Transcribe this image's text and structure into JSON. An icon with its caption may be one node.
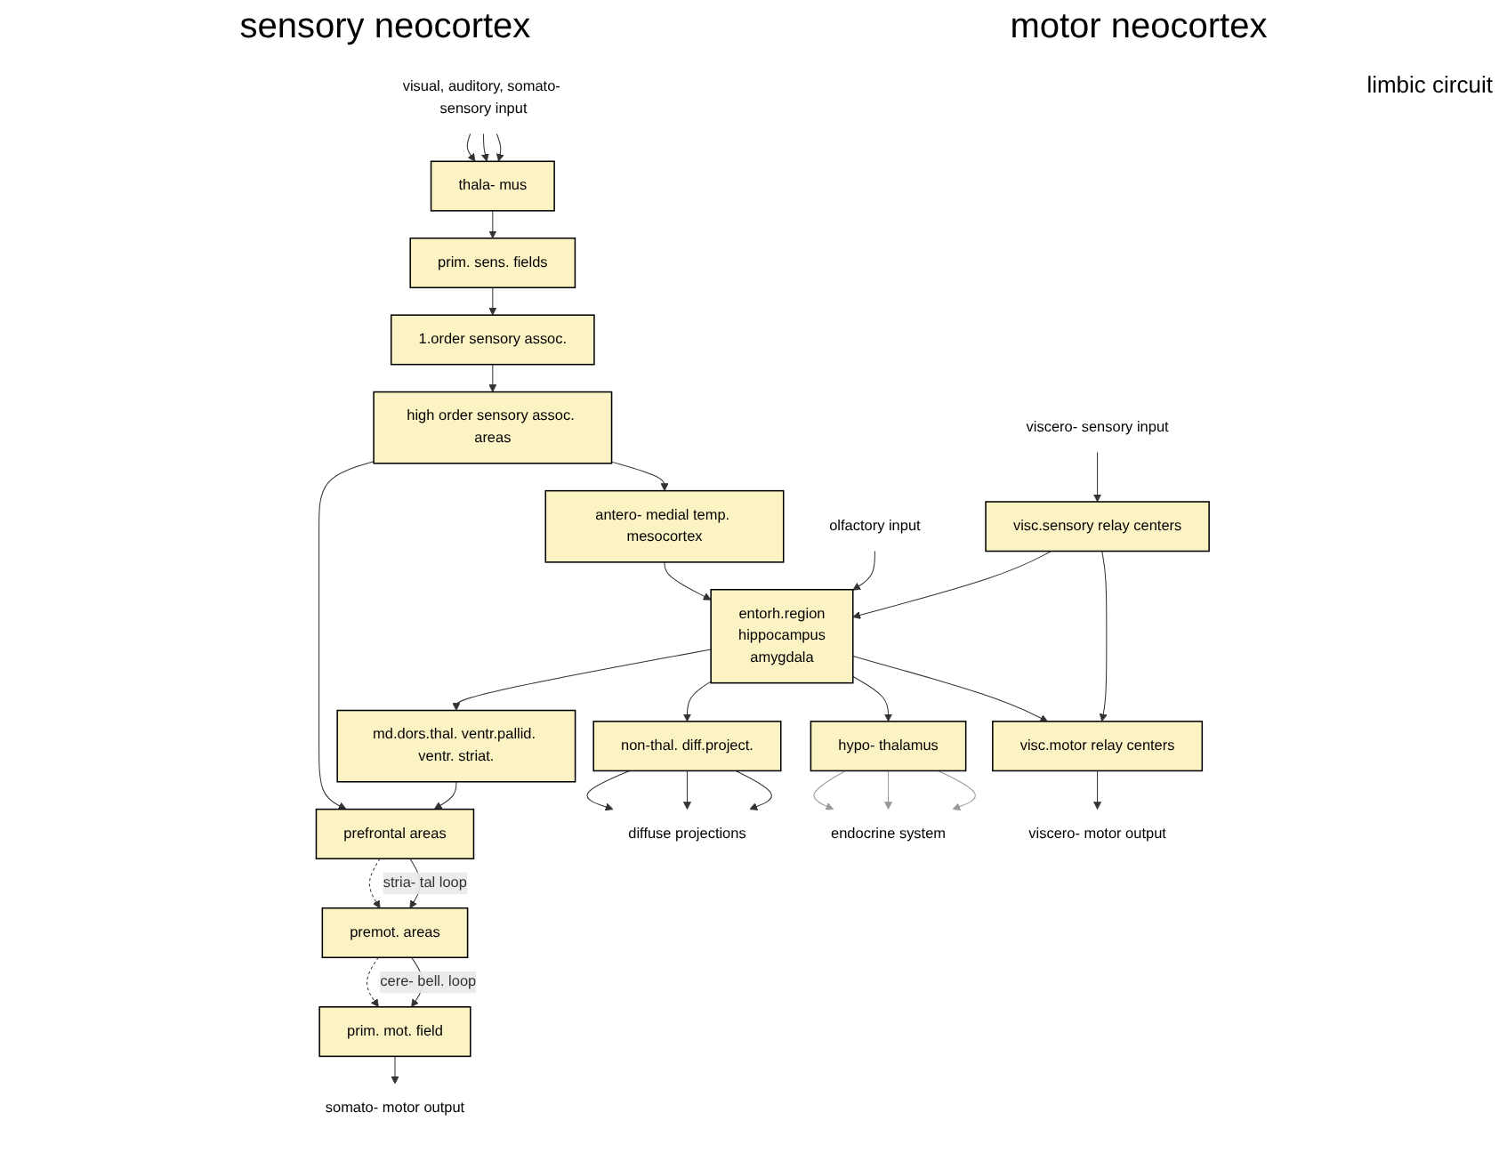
{
  "diagram": {
    "nodes": [
      {
        "text": [
          "prim. sens. fields"
        ]
      },
      {
        "text": [
          "1.order sensory assoc."
        ]
      },
      {
        "text": [
          "high order sensory assoc. areas"
        ]
      },
      {
        "text": [
          "prefrontal areas"
        ]
      },
      {
        "text": [
          "premot. areas"
        ]
      },
      {
        "text": [
          "prim. mot. field"
        ]
      },
      {
        "text": [
          "thala- mus"
        ]
      },
      {
        "text": [
          "antero- medial temp. mesocortex"
        ]
      },
      {
        "text": [
          "md.dors.thal. ventr.pallid. ventr. striat."
        ]
      },
      {
        "text": [
          "entorh.region",
          "hippocampus",
          "amygdala"
        ]
      },
      {
        "text": [
          "non-thal. diff.project."
        ]
      },
      {
        "text": [
          "hypo- thalamus"
        ]
      },
      {
        "text": [
          "visc.sensory relay centers"
        ]
      },
      {
        "text": [
          "visc.motor relay centers"
        ]
      },
      {
        "text": [
          "visual, auditory, somato- sensory input"
        ]
      },
      {
        "text": [
          "olfactory input"
        ]
      },
      {
        "text": [
          "diffuse projections"
        ]
      },
      {
        "text": [
          "endocrine system"
        ]
      },
      {
        "text": [
          "viscero- sensory input"
        ]
      },
      {
        "text": [
          "viscero- motor output"
        ]
      },
      {
        "text": [
          "somato- motor output"
        ]
      }
    ],
    "edges": [
      {
        "from": 0,
        "to": 1,
        "arrow": "to"
      },
      {
        "from": 1,
        "to": 2,
        "arrow": "to"
      },
      {
        "from": 2,
        "to": 3,
        "arrow": "to"
      },
      {
        "from": 3,
        "to": 4,
        "arrow": "to",
        "style": "dashed"
      },
      {
        "from": 4,
        "to": 5,
        "arrow": "to",
        "style": "dashed"
      },
      {
        "from": 6,
        "to": 0,
        "arrow": "to"
      },
      {
        "from": 14,
        "to": 6,
        "arrow": "to"
      },
      {
        "from": 14,
        "to": 6,
        "arrow": "to"
      },
      {
        "from": 14,
        "to": 6,
        "arrow": "to"
      },
      {
        "from": 2,
        "to": 7,
        "arrow": "to"
      },
      {
        "from": 7,
        "to": 9,
        "arrow": "to"
      },
      {
        "from": 9,
        "to": 8,
        "arrow": "to"
      },
      {
        "from": 8,
        "to": 3,
        "arrow": "to"
      },
      {
        "from": 15,
        "to": 9,
        "arrow": "to"
      },
      {
        "from": 9,
        "to": 10,
        "arrow": "to"
      },
      {
        "from": 9,
        "to": 11,
        "arrow": "to"
      },
      {
        "from": 10,
        "to": 16,
        "arrow": "to"
      },
      {
        "from": 10,
        "to": 16,
        "arrow": "to"
      },
      {
        "from": 10,
        "to": 16,
        "arrow": "to"
      },
      {
        "from": 11,
        "to": 17,
        "arrow": "to",
        "color": "#999999"
      },
      {
        "from": 11,
        "to": 17,
        "arrow": "to",
        "color": "#999999"
      },
      {
        "from": 11,
        "to": 17,
        "arrow": "to",
        "color": "#999999"
      },
      {
        "from": 18,
        "to": 12,
        "arrow": "to"
      },
      {
        "from": 12,
        "to": 9,
        "arrow": "to"
      },
      {
        "from": 9,
        "to": 13,
        "arrow": "to"
      },
      {
        "from": 12,
        "to": 13,
        "arrow": "to"
      },
      {
        "from": 13,
        "to": 19,
        "arrow": "to"
      },
      {
        "from": 5,
        "to": 20,
        "arrow": "to"
      },
      {
        "from": 3,
        "to": 4,
        "arrow": "to",
        "label": "stria- tal loop"
      },
      {
        "from": 4,
        "to": 5,
        "arrow": "to",
        "label": "cere- bell. loop"
      }
    ],
    "labels": [
      "sensory neocortex",
      "motor neocortex",
      "limbic circuit"
    ]
  }
}
